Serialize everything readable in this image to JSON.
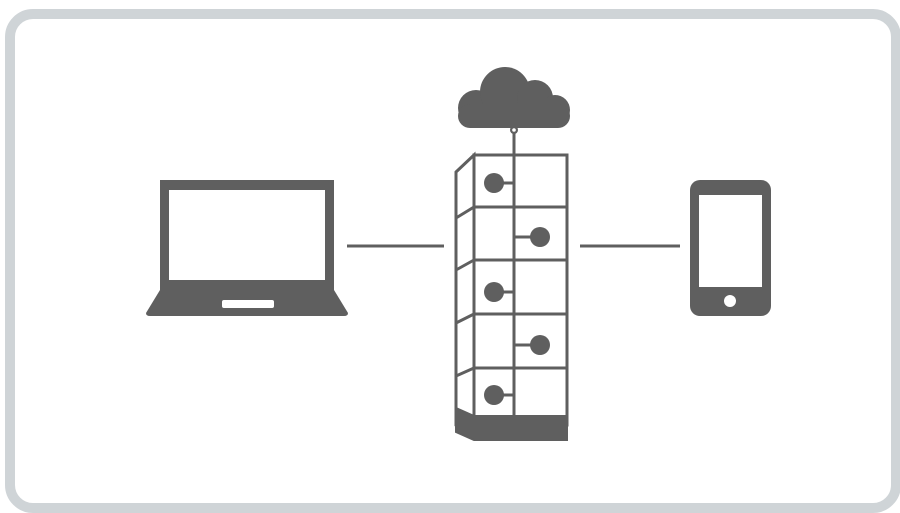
{
  "diagram": {
    "nodes": [
      {
        "id": "laptop",
        "icon": "laptop-icon"
      },
      {
        "id": "server",
        "icon": "server-tower-icon"
      },
      {
        "id": "cloud",
        "icon": "cloud-icon"
      },
      {
        "id": "phone",
        "icon": "smartphone-icon"
      }
    ],
    "edges": [
      {
        "from": "laptop",
        "to": "server"
      },
      {
        "from": "server",
        "to": "phone"
      },
      {
        "from": "server",
        "to": "cloud"
      }
    ],
    "colors": {
      "frame": "#cfd4d7",
      "icon": "#5f5f5f",
      "background": "#ffffff"
    }
  }
}
